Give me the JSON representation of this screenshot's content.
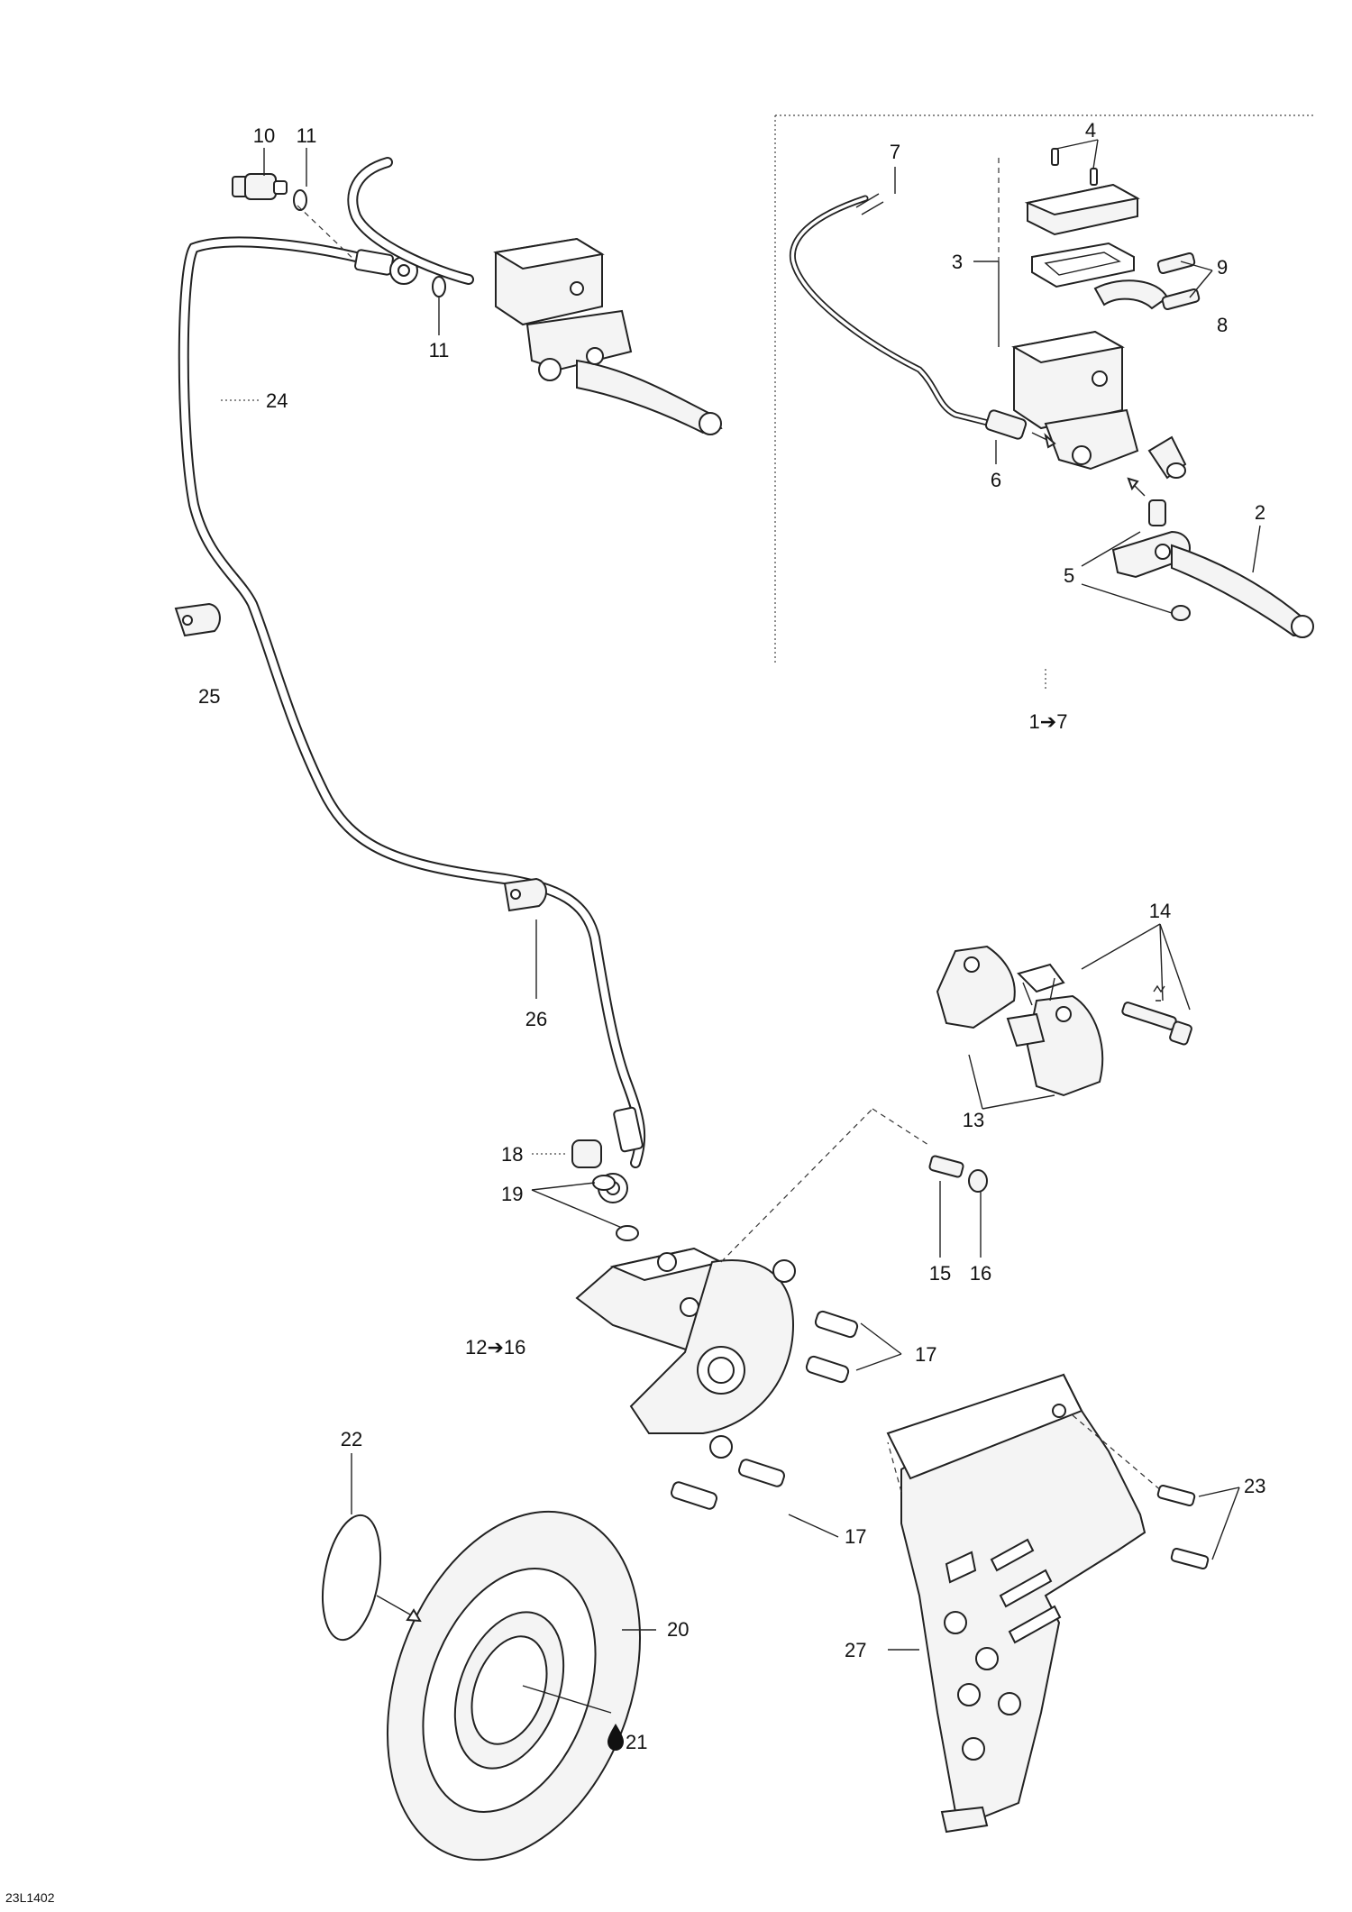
{
  "figure_code": "23L1402",
  "callouts": [
    {
      "id": "c1",
      "text": "10"
    },
    {
      "id": "c2",
      "text": "11"
    },
    {
      "id": "c3",
      "text": "11"
    },
    {
      "id": "c4",
      "text": "24"
    },
    {
      "id": "c5",
      "text": "25"
    },
    {
      "id": "c6",
      "text": "26"
    },
    {
      "id": "c7",
      "text": "7"
    },
    {
      "id": "c8",
      "text": "4"
    },
    {
      "id": "c9",
      "text": "3"
    },
    {
      "id": "c10",
      "text": "9"
    },
    {
      "id": "c11",
      "text": "8"
    },
    {
      "id": "c12",
      "text": "6"
    },
    {
      "id": "c13",
      "text": "2"
    },
    {
      "id": "c14",
      "text": "5"
    },
    {
      "id": "c15",
      "text": "1➔7"
    },
    {
      "id": "c16",
      "text": "14"
    },
    {
      "id": "c17",
      "text": "13"
    },
    {
      "id": "c18",
      "text": "18"
    },
    {
      "id": "c19",
      "text": "19"
    },
    {
      "id": "c20",
      "text": "15"
    },
    {
      "id": "c21",
      "text": "16"
    },
    {
      "id": "c22",
      "text": "12➔16"
    },
    {
      "id": "c23",
      "text": "17"
    },
    {
      "id": "c24",
      "text": "17"
    },
    {
      "id": "c25",
      "text": "22"
    },
    {
      "id": "c26",
      "text": "23"
    },
    {
      "id": "c27",
      "text": "20"
    },
    {
      "id": "c28",
      "text": "27"
    },
    {
      "id": "c29",
      "text": "21"
    }
  ]
}
